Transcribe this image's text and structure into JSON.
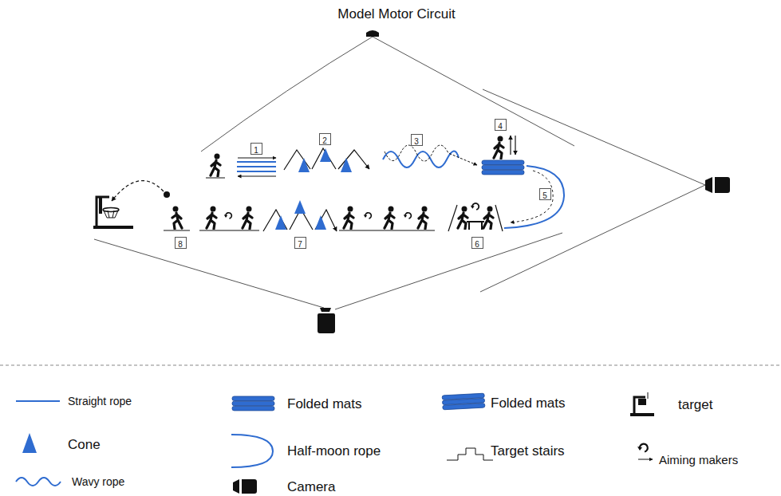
{
  "diagram": {
    "title": "Model Motor Circuit",
    "nodes": [
      {
        "text": [
          "1"
        ]
      },
      {
        "text": [
          "2"
        ]
      },
      {
        "text": [
          "3"
        ]
      },
      {
        "text": [
          "4"
        ]
      },
      {
        "text": [
          "5"
        ]
      },
      {
        "text": [
          "6"
        ]
      },
      {
        "text": [
          "7"
        ]
      },
      {
        "text": [
          "8"
        ]
      }
    ],
    "legend": [
      {
        "text": "Straight rope"
      },
      {
        "text": "Cone"
      },
      {
        "text": "Wavy rope"
      },
      {
        "text": "Folded mats"
      },
      {
        "text": "Half-moon rope"
      },
      {
        "text": "Camera"
      },
      {
        "text": "Folded mats"
      },
      {
        "text": "Target stairs"
      },
      {
        "text": "target"
      },
      {
        "text": "Aiming makers"
      }
    ]
  }
}
